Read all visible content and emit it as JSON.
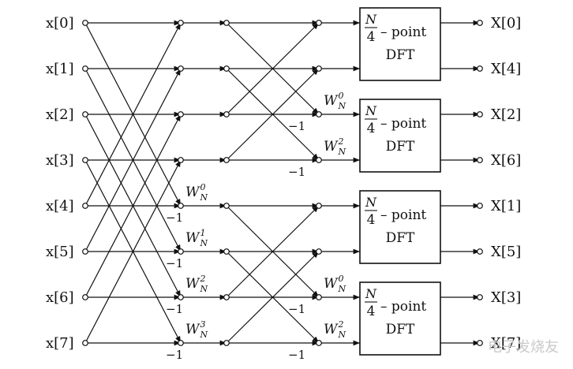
{
  "inputs": [
    "x[0]",
    "x[1]",
    "x[2]",
    "x[3]",
    "x[4]",
    "x[5]",
    "x[6]",
    "x[7]"
  ],
  "outputs": [
    "X[0]",
    "X[4]",
    "X[2]",
    "X[6]",
    "X[1]",
    "X[5]",
    "X[3]",
    "X[7]"
  ],
  "stage1_twiddles": [
    {
      "W": "W",
      "sub": "N",
      "sup": "0"
    },
    {
      "W": "W",
      "sub": "N",
      "sup": "1"
    },
    {
      "W": "W",
      "sub": "N",
      "sup": "2"
    },
    {
      "W": "W",
      "sub": "N",
      "sup": "3"
    }
  ],
  "stage2_twiddles": [
    {
      "W": "W",
      "sub": "N",
      "sup": "0"
    },
    {
      "W": "W",
      "sub": "N",
      "sup": "2"
    },
    {
      "W": "W",
      "sub": "N",
      "sup": "0"
    },
    {
      "W": "W",
      "sub": "N",
      "sup": "2"
    }
  ],
  "minus_one": "−1",
  "dft_box": {
    "numerator": "N",
    "denominator": "4",
    "suffix": "– point",
    "label": "DFT"
  },
  "watermark": "电子发烧友"
}
